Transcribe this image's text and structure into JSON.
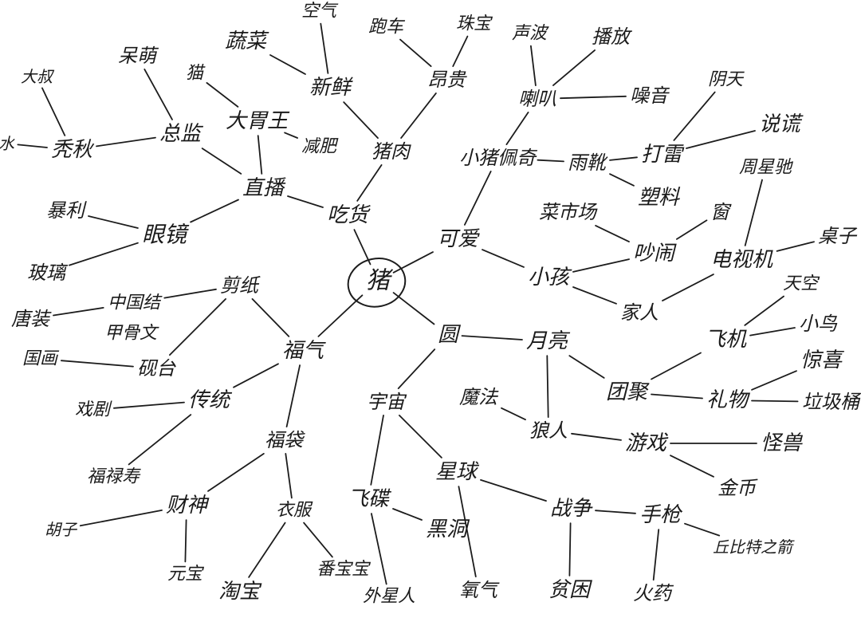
{
  "diagram": {
    "type": "mind-map",
    "center": "猪",
    "nodes": [
      {
        "id": "center",
        "label": "猪"
      },
      {
        "id": "chihuo",
        "label": "吃货"
      },
      {
        "id": "zhurou",
        "label": "猪肉"
      },
      {
        "id": "guihuo",
        "label": "昂贵"
      },
      {
        "id": "zhubao",
        "label": "珠宝"
      },
      {
        "id": "paobu",
        "label": "跑车"
      },
      {
        "id": "xinxian",
        "label": "新鲜"
      },
      {
        "id": "kongqi",
        "label": "空气"
      },
      {
        "id": "jianfei",
        "label": "减肥"
      },
      {
        "id": "dawei",
        "label": "大胃王"
      },
      {
        "id": "shucai",
        "label": "蔬菜"
      },
      {
        "id": "zhibo",
        "label": "直播"
      },
      {
        "id": "zongjian",
        "label": "总监"
      },
      {
        "id": "maomeng",
        "label": "呆萌"
      },
      {
        "id": "maoji",
        "label": "猫"
      },
      {
        "id": "qiuzhi",
        "label": "秃秋"
      },
      {
        "id": "dahao",
        "label": "大叔"
      },
      {
        "id": "zuoedge",
        "label": "水"
      },
      {
        "id": "yanjing",
        "label": "眼镜"
      },
      {
        "id": "baoli",
        "label": "暴利"
      },
      {
        "id": "boli",
        "label": "玻璃"
      },
      {
        "id": "keai",
        "label": "可爱"
      },
      {
        "id": "xiaozhu",
        "label": "小猪佩奇"
      },
      {
        "id": "laba",
        "label": "喇叭"
      },
      {
        "id": "shengbo",
        "label": "声波"
      },
      {
        "id": "chuanbo",
        "label": "播放"
      },
      {
        "id": "zaoyin",
        "label": "噪音"
      },
      {
        "id": "yuxie",
        "label": "雨靴"
      },
      {
        "id": "dale",
        "label": "打雷"
      },
      {
        "id": "yintian",
        "label": "阴天"
      },
      {
        "id": "shuohuang",
        "label": "说谎"
      },
      {
        "id": "suliao",
        "label": "塑料"
      },
      {
        "id": "caishichang",
        "label": "菜市场"
      },
      {
        "id": "chaonao",
        "label": "吵闹"
      },
      {
        "id": "chuanghu",
        "label": "窗"
      },
      {
        "id": "zhoumo",
        "label": "周星驰"
      },
      {
        "id": "dianshi",
        "label": "电视机"
      },
      {
        "id": "xiaohai",
        "label": "小孩"
      },
      {
        "id": "jiaren",
        "label": "家人"
      },
      {
        "id": "zhuozi",
        "label": "桌子"
      },
      {
        "id": "fuqi",
        "label": "福气"
      },
      {
        "id": "jianzhi",
        "label": "剪纸"
      },
      {
        "id": "zhongguojie",
        "label": "中国结"
      },
      {
        "id": "jiaguwen",
        "label": "甲骨文"
      },
      {
        "id": "tangzhuang",
        "label": "唐装"
      },
      {
        "id": "guohua",
        "label": "国画"
      },
      {
        "id": "yantai",
        "label": "砚台"
      },
      {
        "id": "chuantong",
        "label": "传统"
      },
      {
        "id": "xiqu",
        "label": "戏剧"
      },
      {
        "id": "fulushou",
        "label": "福禄寿"
      },
      {
        "id": "caishen",
        "label": "财神"
      },
      {
        "id": "huzi",
        "label": "胡子"
      },
      {
        "id": "yuanbao",
        "label": "元宝"
      },
      {
        "id": "fudai",
        "label": "福袋"
      },
      {
        "id": "yifu",
        "label": "衣服"
      },
      {
        "id": "taobao",
        "label": "淘宝"
      },
      {
        "id": "fanbaobao",
        "label": "番宝宝"
      },
      {
        "id": "yuan",
        "label": "圆"
      },
      {
        "id": "yueliang",
        "label": "月亮"
      },
      {
        "id": "tuanju",
        "label": "团聚"
      },
      {
        "id": "feiji",
        "label": "飞机"
      },
      {
        "id": "tiankong",
        "label": "天空"
      },
      {
        "id": "niao",
        "label": "小鸟"
      },
      {
        "id": "liwu",
        "label": "礼物"
      },
      {
        "id": "jingxi",
        "label": "惊喜"
      },
      {
        "id": "lajitong",
        "label": "垃圾桶"
      },
      {
        "id": "yuzhou",
        "label": "宇宙"
      },
      {
        "id": "mofa",
        "label": "魔法"
      },
      {
        "id": "langren",
        "label": "狼人"
      },
      {
        "id": "youxi",
        "label": "游戏"
      },
      {
        "id": "guaiwu",
        "label": "怪兽"
      },
      {
        "id": "jinbi",
        "label": "金币"
      },
      {
        "id": "xingqiu",
        "label": "星球"
      },
      {
        "id": "feidie",
        "label": "飞碟"
      },
      {
        "id": "heidong",
        "label": "黑洞"
      },
      {
        "id": "waixingren",
        "label": "外星人"
      },
      {
        "id": "yangqi",
        "label": "氧气"
      },
      {
        "id": "zhanzheng",
        "label": "战争"
      },
      {
        "id": "shouqiang",
        "label": "手枪"
      },
      {
        "id": "pinkun",
        "label": "贫困"
      },
      {
        "id": "huoyao",
        "label": "火药"
      },
      {
        "id": "qiubite",
        "label": "丘比特之箭"
      }
    ]
  }
}
